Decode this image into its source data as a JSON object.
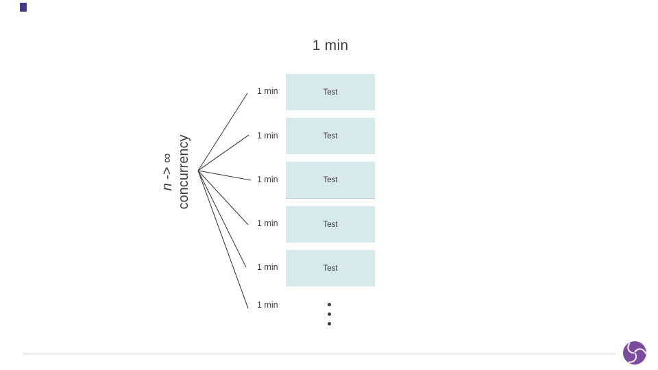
{
  "slide": {
    "title": "1 min",
    "axis_label": {
      "line1_italic": "n",
      "line1_rest": " -> ∞",
      "line2": "concurrency"
    },
    "branches": [
      {
        "label": "1 min"
      },
      {
        "label": "1 min"
      },
      {
        "label": "1 min"
      },
      {
        "label": "1 min"
      },
      {
        "label": "1 min"
      },
      {
        "label": "1 min"
      }
    ],
    "boxes": [
      {
        "label": "Test"
      },
      {
        "label": "Test"
      },
      {
        "label": "Test"
      },
      {
        "label": "Test"
      },
      {
        "label": "Test"
      }
    ],
    "ellipsis_dots": 3,
    "colors": {
      "text": "#3f3f3f",
      "box_fill": "#d8e9ec",
      "box_edge": "#b9cdd2",
      "fan_line": "#404040",
      "footer_line": "#ececec",
      "accent_purple": "#45388a",
      "logo_purple": "#7b4c9e"
    },
    "icons": {
      "logo": "swirl-logo"
    }
  }
}
